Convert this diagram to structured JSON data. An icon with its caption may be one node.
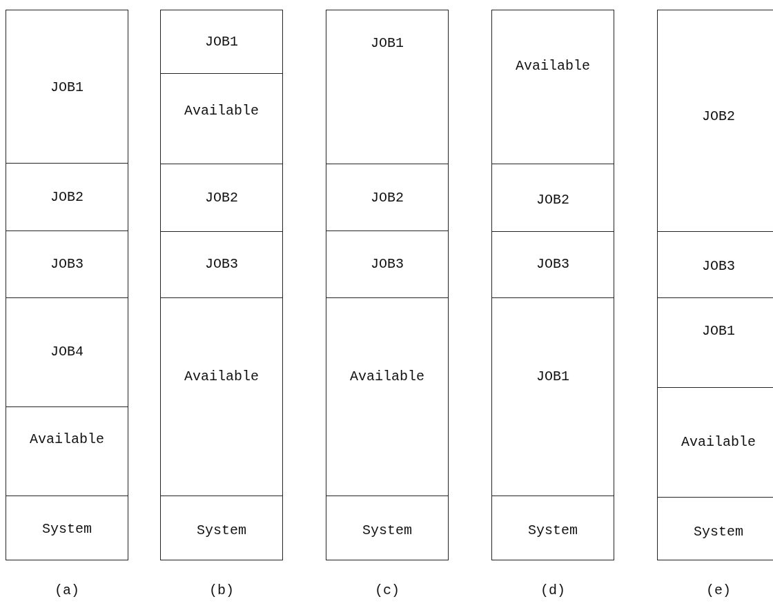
{
  "diagram": {
    "nodes": [
      {
        "text": [
          "(a)"
        ]
      },
      {
        "text": [
          "JOB1"
        ],
        "in": 0
      },
      {
        "text": [
          "JOB2"
        ],
        "in": 0
      },
      {
        "text": [
          "JOB3"
        ],
        "in": 0
      },
      {
        "text": [
          "JOB4"
        ],
        "in": 0
      },
      {
        "text": [
          "Available"
        ],
        "in": 0
      },
      {
        "text": [
          "System"
        ],
        "in": 0
      },
      {
        "text": [
          "(b)"
        ]
      },
      {
        "text": [
          "JOB1"
        ],
        "in": 7
      },
      {
        "text": [
          "Available"
        ],
        "in": 7
      },
      {
        "text": [
          "JOB2"
        ],
        "in": 7
      },
      {
        "text": [
          "JOB3"
        ],
        "in": 7
      },
      {
        "text": [
          "Available"
        ],
        "in": 7
      },
      {
        "text": [
          "System"
        ],
        "in": 7
      },
      {
        "text": [
          "(c)"
        ]
      },
      {
        "text": [
          "JOB1"
        ],
        "in": 14
      },
      {
        "text": [
          "JOB2"
        ],
        "in": 14
      },
      {
        "text": [
          "JOB3"
        ],
        "in": 14
      },
      {
        "text": [
          "Available"
        ],
        "in": 14
      },
      {
        "text": [
          "System"
        ],
        "in": 14
      },
      {
        "text": [
          "(d)"
        ]
      },
      {
        "text": [
          "Available"
        ],
        "in": 20
      },
      {
        "text": [
          "JOB2"
        ],
        "in": 20
      },
      {
        "text": [
          "JOB3"
        ],
        "in": 20
      },
      {
        "text": [
          "JOB1"
        ],
        "in": 20
      },
      {
        "text": [
          "System"
        ],
        "in": 20
      },
      {
        "text": [
          "(e)"
        ]
      },
      {
        "text": [
          "JOB2"
        ],
        "in": 26
      },
      {
        "text": [
          "JOB3"
        ],
        "in": 26
      },
      {
        "text": [
          "JOB1"
        ],
        "in": 26
      },
      {
        "text": [
          "Available"
        ],
        "in": 26
      },
      {
        "text": [
          "System"
        ],
        "in": 26
      }
    ]
  }
}
